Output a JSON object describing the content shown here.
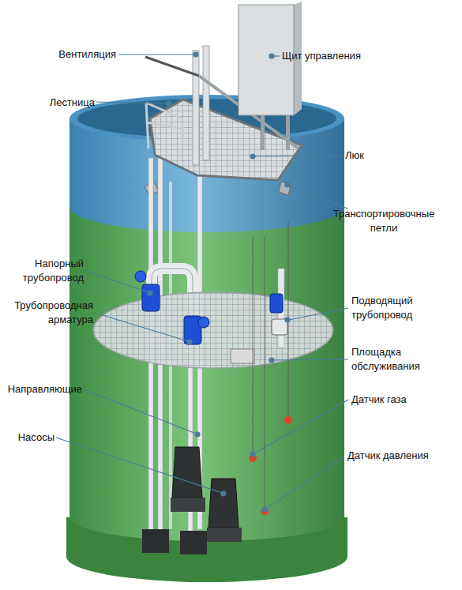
{
  "diagram": {
    "labels": [
      "Вентиляция",
      "Щит управления",
      "Лестница",
      "Люк",
      "Транспортировочные петли",
      "Напорный трубопровод",
      "Трубопроводная арматура",
      "Подводящий трубопровод",
      "Площадка обслуживания",
      "Направляющие",
      "Датчик газа",
      "Насосы",
      "Датчик давления"
    ]
  }
}
